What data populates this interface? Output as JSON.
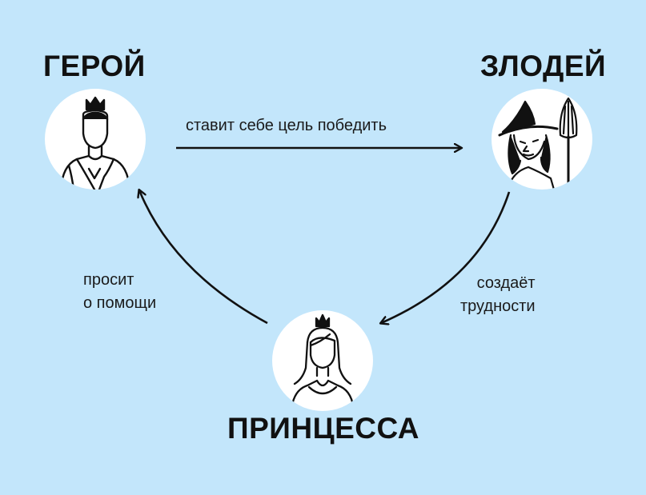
{
  "nodes": {
    "hero": {
      "title": "ГЕРОЙ",
      "icon": "king-icon"
    },
    "villain": {
      "title": "ЗЛОДЕЙ",
      "icon": "witch-icon"
    },
    "princess": {
      "title": "ПРИНЦЕССА",
      "icon": "princess-icon"
    }
  },
  "edges": {
    "hero_to_villain": {
      "label": "ставит себе цель победить"
    },
    "villain_to_princess": {
      "line1": "создаёт",
      "line2": "трудности"
    },
    "princess_to_hero": {
      "line1": "просит",
      "line2": "о помощи"
    }
  },
  "colors": {
    "background": "#c3e6fb",
    "ink": "#111111",
    "circle": "#ffffff"
  }
}
